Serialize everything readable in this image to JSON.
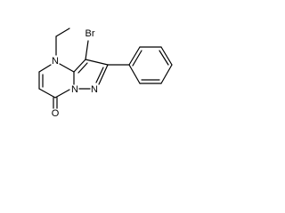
{
  "molecule": {
    "atoms": {
      "n_ring": "N",
      "n_bridge": "N",
      "n_pyrazole": "N",
      "bromine": "Br",
      "oxygen": "O"
    },
    "colors": {
      "bond": "#000000",
      "text": "#000000",
      "background": "#ffffff"
    }
  }
}
